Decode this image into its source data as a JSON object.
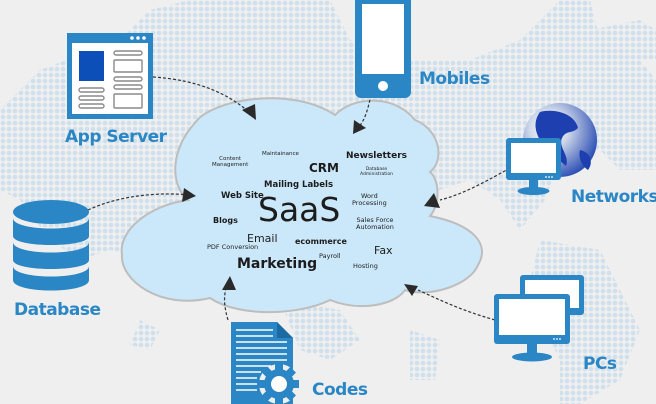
{
  "diagram": {
    "title": "SaaS",
    "center": {
      "label": "SaaS",
      "shape": "cloud",
      "fill": "#cbe8fa",
      "stroke": "#b9b9b9"
    },
    "services": [
      {
        "label": "Content Management",
        "line1": "Content",
        "line2": "Management"
      },
      {
        "label": "Maintainance"
      },
      {
        "label": "CRM"
      },
      {
        "label": "Newsletters"
      },
      {
        "label": "Database Administration",
        "line1": "Database",
        "line2": "Administration"
      },
      {
        "label": "Mailing Labels"
      },
      {
        "label": "Web Site"
      },
      {
        "label": "Word Processing",
        "line1": "Word",
        "line2": "Processing"
      },
      {
        "label": "Blogs"
      },
      {
        "label": "Sales Force Automation",
        "line1": "Sales Force",
        "line2": "Automation"
      },
      {
        "label": "Email"
      },
      {
        "label": "ecommerce"
      },
      {
        "label": "PDF Conversion"
      },
      {
        "label": "Fax"
      },
      {
        "label": "Payroll"
      },
      {
        "label": "Marketing"
      },
      {
        "label": "Hosting"
      }
    ],
    "nodes": [
      {
        "id": "app-server",
        "label": "App Server",
        "icon": "browser-window-icon"
      },
      {
        "id": "mobiles",
        "label": "Mobiles",
        "icon": "smartphone-icon"
      },
      {
        "id": "networks",
        "label": "Networks",
        "icon": "globe-monitor-icon"
      },
      {
        "id": "database",
        "label": "Database",
        "icon": "database-icon"
      },
      {
        "id": "codes",
        "label": "Codes",
        "icon": "document-gear-icon"
      },
      {
        "id": "pcs",
        "label": "PCs",
        "icon": "two-monitors-icon"
      }
    ],
    "colors": {
      "accent": "#2a86c4",
      "dark_blue": "#0d4fb8",
      "background": "#efefef",
      "map_dots": "#cfe0ec",
      "arrow": "#2a2a2a"
    }
  }
}
